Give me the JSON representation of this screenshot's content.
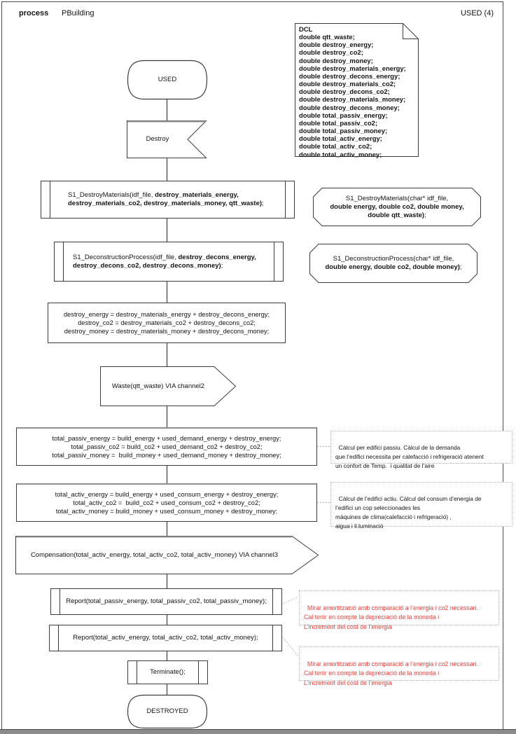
{
  "header": {
    "kind_label": "process",
    "process_name": "PBuilding",
    "page_label": "USED (4)"
  },
  "dcl_note": {
    "text": "DCL\ndouble qtt_waste;\ndouble destroy_energy;\ndouble destroy_co2;\ndouble destroy_money;\ndouble destroy_materials_energy;\ndouble destroy_decons_energy;\ndouble destroy_materials_co2;\ndouble destroy_decons_co2;\ndouble destroy_materials_money;\ndouble destroy_decons_money;\ndouble total_passiv_energy;\ndouble total_passiv_co2;\ndouble total_passiv_money;\ndouble total_activ_energy;\ndouble total_activ_co2;\ndouble total_activ_money;"
  },
  "nodes": {
    "start_state": {
      "label": "USED"
    },
    "input_destroy": {
      "label": "Destroy"
    },
    "call_destroy_materials": {
      "pre": "S1_DestroyMaterials(idf_file, ",
      "bold": "destroy_materials_energy,\ndestroy_materials_co2, destroy_materials_money, qtt_waste)",
      "post": ";"
    },
    "decl_destroy_materials": {
      "pre": "S1_DestroyMaterials(char* idf_file,\n",
      "bold": "double energy, double co2, double money,\ndouble qtt_waste)",
      "post": ";"
    },
    "call_deconstruction": {
      "pre": "S1_DeconstructionProcess(idf_file, ",
      "bold": "destroy_decons_energy,\ndestroy_decons_co2, destroy_decons_money)",
      "post": ";"
    },
    "decl_deconstruction": {
      "pre": "S1_DeconstructionProcess(char* idf_file,\n",
      "bold": "double energy, double co2, double money)",
      "post": ";"
    },
    "assign_destroy": {
      "text": "destroy_energy = destroy_materials_energy + destroy_decons_energy;\ndestroy_co2 = destroy_materials_co2 + destroy_decons_co2;\ndestroy_money = destroy_materials_money + destroy_decons_money;"
    },
    "output_waste": {
      "label": "Waste(qtt_waste) VIA channel2"
    },
    "assign_passiv": {
      "text": "total_passiv_energy = build_energy + used_demand_energy + destroy_energy;\ntotal_passiv_co2 = build_co2 + used_demand_co2 + destroy_co2;\ntotal_passiv_money =  build_money + used_demand_money + destroy_money;"
    },
    "assign_activ": {
      "text": "total_activ_energy = build_energy + used_consum_energy + destroy_energy;\ntotal_activ_co2 =  build_co2 + used_consum_co2 + destroy_co2;\ntotal_activ_money = build_money + used_consum_money + destroy_money;"
    },
    "output_compensation": {
      "label": "Compensation(total_activ_energy, total_activ_co2, total_activ_money) VIA channel3"
    },
    "call_report_passiv": {
      "label": "Report(total_passiv_energy, total_passiv_co2, total_passiv_money);"
    },
    "call_report_activ": {
      "label": "Report(total_activ_energy, total_activ_co2, total_activ_money);"
    },
    "call_terminate": {
      "label": "Terminate();"
    },
    "end_state": {
      "label": "DESTROYED"
    }
  },
  "comments": {
    "passive_calc": {
      "text": "Càlcul per edifici passiu. Càlcul de la demanda\nque l’edifici necessita per calefacció i refrigeració atenent\nun confort de Temp.  i qualitat de l’aire"
    },
    "active_calc": {
      "text": "Càlcul de l’edifici actiu. Càlcul del consum d’energia de\nl’edifici un cop seleccionades les\nmàquines de clima(calefacció i refrigeració) ,\naigua i il.luminació"
    },
    "amortization_passiv": {
      "text": "Mirar amortització amb comparació a l’energia i co2 necessari.\nCal tenir en compte la depreciació de la moneda i\nL’increment del cost de l’energia"
    },
    "amortization_activ": {
      "text": "Mirar amortització amb comparació a l’energia i co2 necessari.\nCal tenir en compte la depreciació de la moneda i\nL’increment del cost de l’energia"
    }
  },
  "colors": {
    "annotation_red": "#e8403a",
    "line_color": "#3c3c3c",
    "comment_border": "#b4b4b4",
    "bottom_bar": "#8c8c8c"
  }
}
